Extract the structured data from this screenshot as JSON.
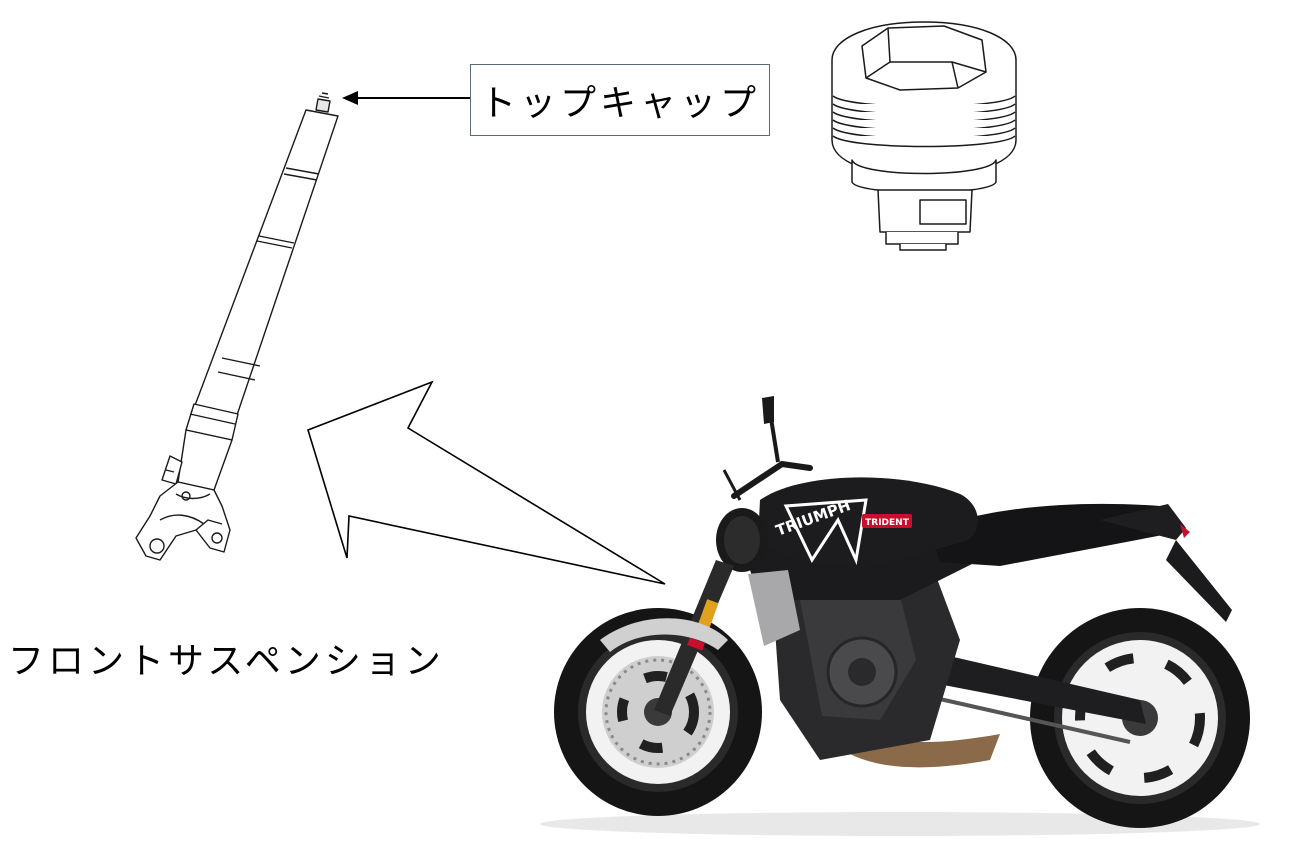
{
  "labels": {
    "top_cap": "トップキャップ",
    "front_suspension": "フロントサスペンション"
  },
  "motorcycle": {
    "tank_logo": "TRIUMPH",
    "side_badge": "TRIDENT"
  },
  "colors": {
    "line": "#000000",
    "box_border": "#596a7a",
    "bike_body": "#1c1c1e",
    "bike_accent": "#c8102e",
    "fork_gold": "#e0a020",
    "exhaust": "#8a6a48"
  }
}
